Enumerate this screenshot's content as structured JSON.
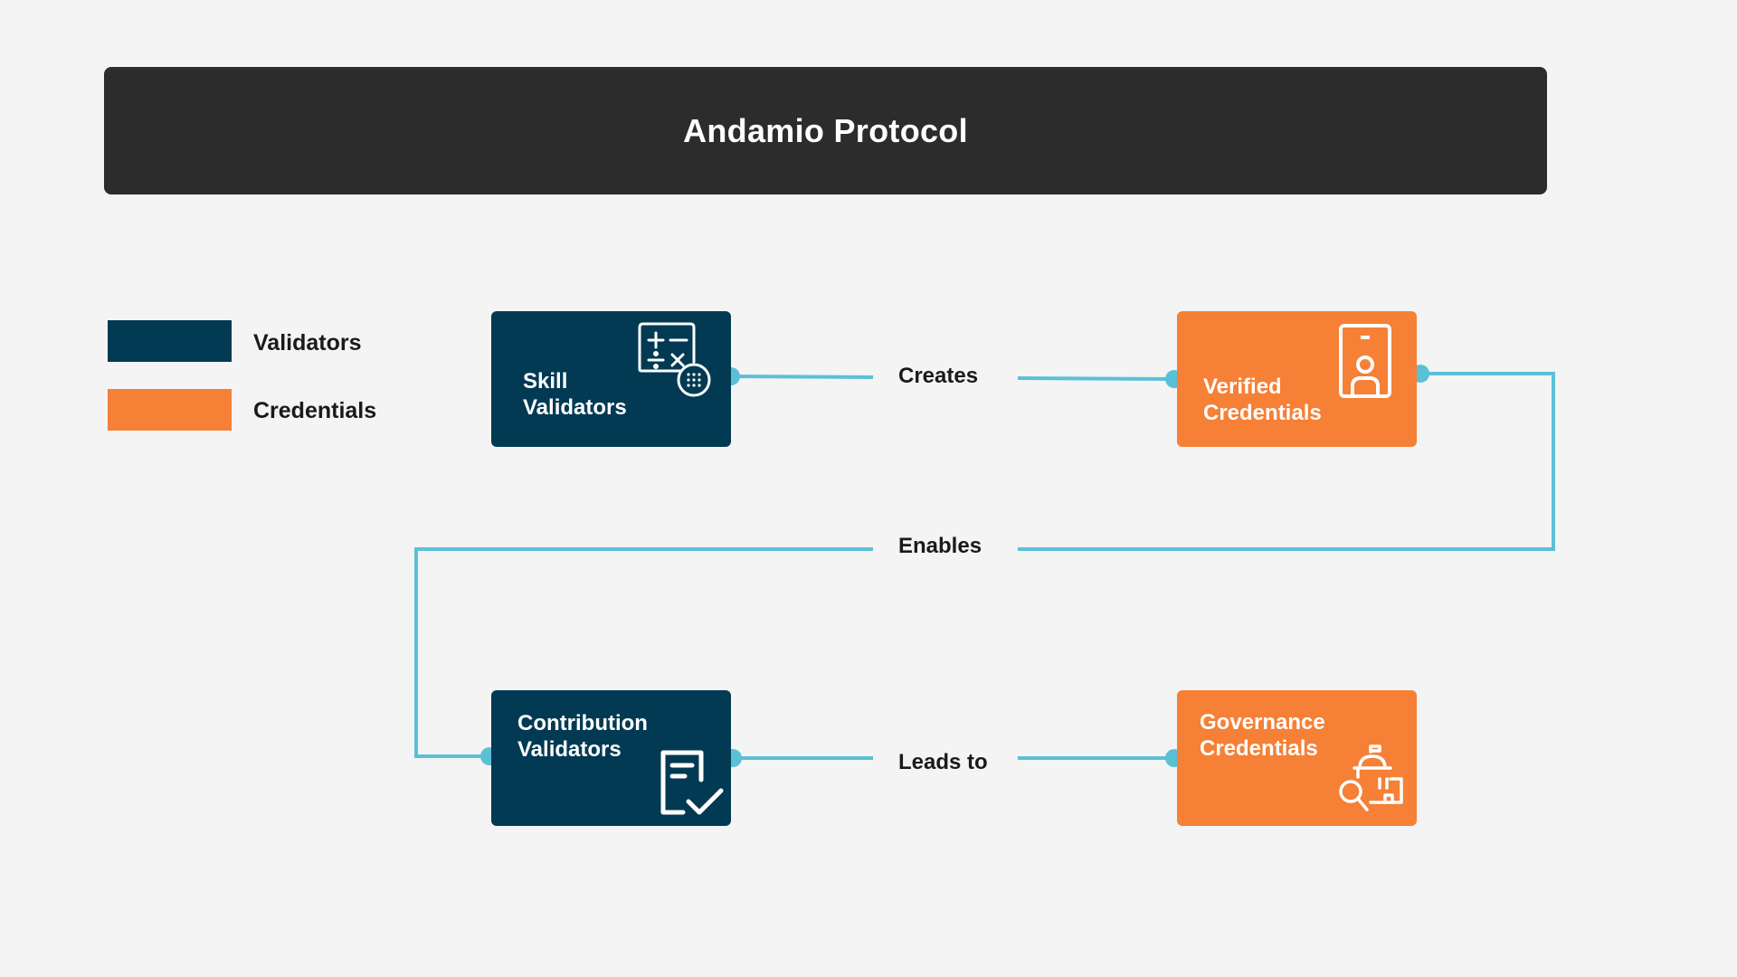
{
  "title": "Andamio Protocol",
  "colors": {
    "validator": "#033a53",
    "credential": "#f58036",
    "connector": "#5bc0d6",
    "title_bar": "#2c2c2c",
    "background": "#f4f4f4"
  },
  "legend": {
    "validators_label": "Validators",
    "credentials_label": "Credentials"
  },
  "nodes": {
    "skill_validators": {
      "label": "Skill\nValidators",
      "icon": "calculator-icon",
      "kind": "validator"
    },
    "verified_credentials": {
      "label": "Verified\nCredentials",
      "icon": "id-badge-icon",
      "kind": "credential"
    },
    "contribution_validators": {
      "label": "Contribution\nValidators",
      "icon": "checklist-icon",
      "kind": "validator"
    },
    "governance_credentials": {
      "label": "Governance\nCredentials",
      "icon": "government-search-icon",
      "kind": "credential"
    }
  },
  "edges": {
    "creates": "Creates",
    "enables": "Enables",
    "leads_to": "Leads to"
  }
}
